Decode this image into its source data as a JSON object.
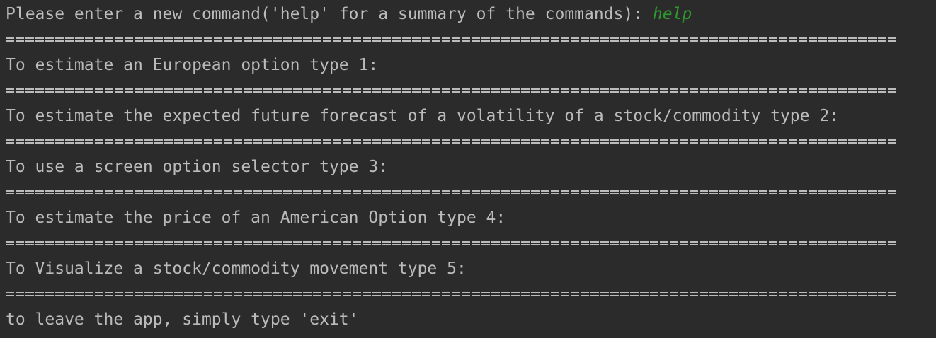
{
  "console": {
    "prompt": "Please enter a new command('help' for a summary of the commands): ",
    "input": "help",
    "lines": [
      "To estimate an European option type 1:",
      "To estimate the expected future forecast of a volatility of a stock/commodity type 2:",
      "To use a screen option selector type 3:",
      "To estimate the price of an American Option type 4:",
      "To Visualize a stock/commodity movement type 5:",
      "to leave the app, simply type 'exit'"
    ],
    "colors": {
      "background": "#2b2b2b",
      "text": "#bbbbbb",
      "input": "#2e9a2e"
    }
  }
}
